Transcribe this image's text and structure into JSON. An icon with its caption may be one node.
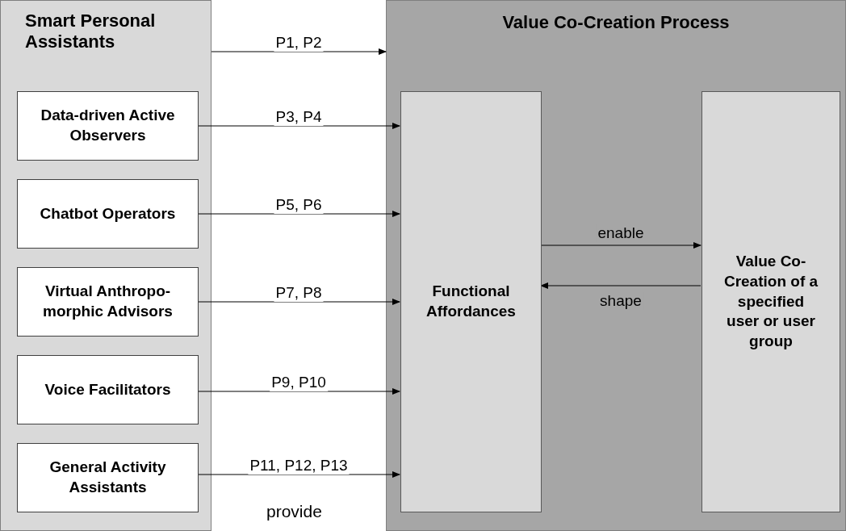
{
  "diagram": {
    "nodes": [
      {
        "text": [
          "Smart Personal Assistants"
        ]
      },
      {
        "text": [
          "Data-driven Active Observers"
        ],
        "in": 0
      },
      {
        "text": [
          "Chatbot Operators"
        ],
        "in": 0
      },
      {
        "text": [
          "Virtual Anthropo-morphic Advisors"
        ],
        "in": 0
      },
      {
        "text": [
          "Voice Facilitators"
        ],
        "in": 0
      },
      {
        "text": [
          "General Activity Assistants"
        ],
        "in": 0
      },
      {
        "text": [
          "Value Co-Creation Process"
        ]
      },
      {
        "text": [
          "Functional Affordances"
        ],
        "in": 6
      },
      {
        "text": [
          "Value Co-Creation of a specified user or user group"
        ],
        "in": 6
      }
    ],
    "edges": [
      {
        "from": 0,
        "to": 6,
        "arrow": "to",
        "label": "P1, P2"
      },
      {
        "from": 1,
        "to": 7,
        "arrow": "to",
        "label": "P3, P4"
      },
      {
        "from": 2,
        "to": 7,
        "arrow": "to",
        "label": "P5, P6"
      },
      {
        "from": 3,
        "to": 7,
        "arrow": "to",
        "label": "P7, P8"
      },
      {
        "from": 4,
        "to": 7,
        "arrow": "to",
        "label": "P9, P10"
      },
      {
        "from": 5,
        "to": 7,
        "arrow": "to",
        "label": "P11, P12, P13"
      },
      {
        "from": 7,
        "to": 8,
        "arrow": "to",
        "label": "enable"
      },
      {
        "from": 8,
        "to": 7,
        "arrow": "to",
        "label": "shape"
      }
    ],
    "labels": [
      "provide"
    ]
  }
}
